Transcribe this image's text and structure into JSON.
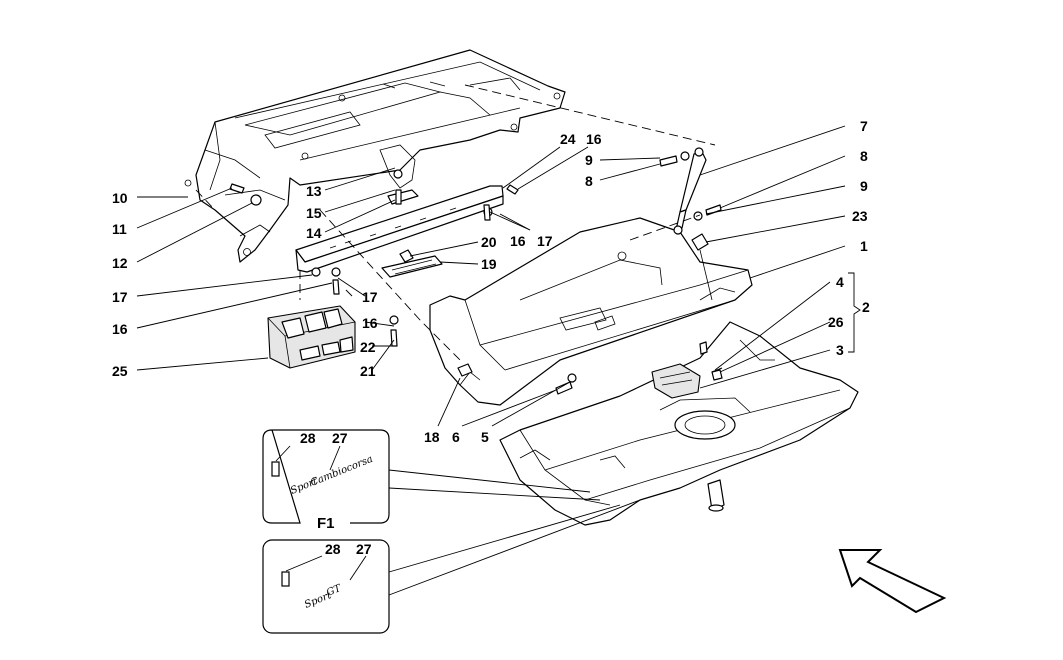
{
  "callouts": {
    "c1": "1",
    "c2": "2",
    "c3": "3",
    "c4": "4",
    "c5": "5",
    "c6": "6",
    "c7": "7",
    "c8a": "8",
    "c8b": "8",
    "c9a": "9",
    "c9b": "9",
    "c10": "10",
    "c11": "11",
    "c12": "12",
    "c13": "13",
    "c14": "14",
    "c15": "15",
    "c16a": "16",
    "c16b": "16",
    "c16c": "16",
    "c16d": "16",
    "c17a": "17",
    "c17b": "17",
    "c17c": "17",
    "c18": "18",
    "c19": "19",
    "c20": "20",
    "c21": "21",
    "c22": "22",
    "c23": "23",
    "c24": "24",
    "c25": "25",
    "c26": "26"
  },
  "inset_f1": {
    "title": "F1",
    "label_28": "28",
    "label_27": "27"
  },
  "inset_2": {
    "label_28": "28",
    "label_27": "27"
  },
  "icons": {
    "direction_arrow": "view-direction-arrow-icon"
  },
  "colors": {
    "line": "#000000",
    "fill": "#ffffff",
    "shade": "#e6e6e6"
  }
}
